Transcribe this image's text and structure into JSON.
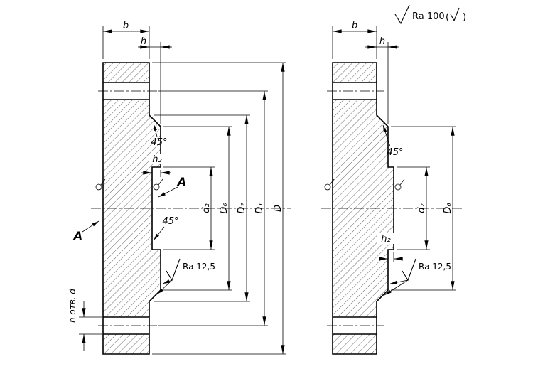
{
  "colors": {
    "ink": "#000000",
    "background": "#ffffff"
  },
  "general_roughness": {
    "value": "Ra 100",
    "paren_open": "(",
    "paren_close": ")"
  },
  "left_view": {
    "dims": {
      "b": "b",
      "h": "h",
      "h2": "h₂",
      "d2": "d₂",
      "D6": "D₆",
      "D2": "D₂",
      "D1": "D₁",
      "D": "D"
    },
    "chamfer_top": "45°",
    "chamfer_groove": "45°",
    "roughness": "Ra 12,5",
    "holes_label": "n отв. d",
    "section_a_top": "A",
    "section_a_side": "A"
  },
  "right_view": {
    "dims": {
      "b": "b",
      "h": "h",
      "h2": "h₂",
      "d2": "d₂",
      "D6": "D₆"
    },
    "chamfer_top": "45°",
    "roughness": "Ra 12,5"
  }
}
